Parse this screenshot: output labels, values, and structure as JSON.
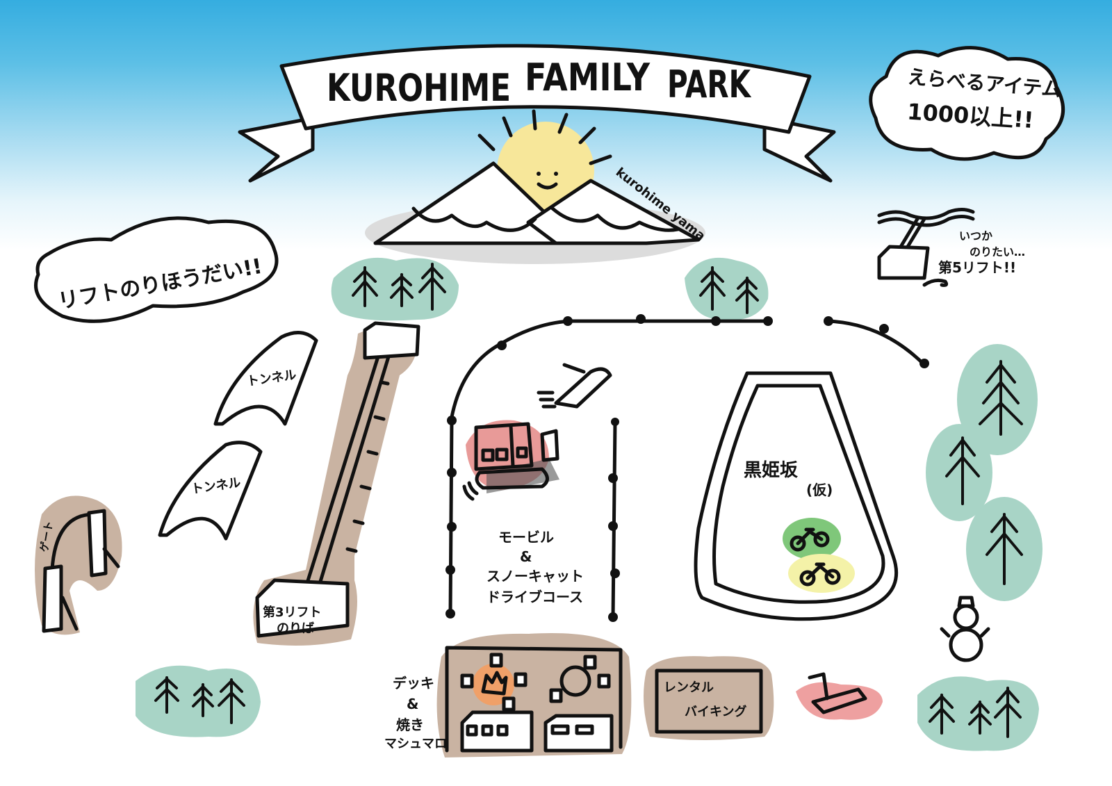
{
  "title": {
    "part1": "KUROHIME",
    "part2": "FAMILY",
    "part3": "PARK"
  },
  "bubbles": {
    "items_line1": "えらべるアイテム",
    "items_line2": "1000以上!!",
    "lift_unlimited": "リフトのりほうだい!!"
  },
  "mountain": {
    "label": "kurohime yama"
  },
  "lift5": {
    "line1": "いつか",
    "line2": "のりたい…",
    "line3": "第5リフト!!"
  },
  "tunnels": [
    "トンネル",
    "トンネル"
  ],
  "gate": {
    "label": "ゲート"
  },
  "lift3": {
    "line1": "第3リフト",
    "line2": "のりば"
  },
  "course": {
    "line1": "モービル",
    "line2": "&",
    "line3": "スノーキャット",
    "line4": "ドライブコース"
  },
  "slope": {
    "line1": "黒姫坂",
    "line2": "(仮)"
  },
  "deck": {
    "line1": "デッキ",
    "line2": "&",
    "line3": "焼き",
    "line4": "マシュマロ"
  },
  "rental": {
    "line1": "レンタル",
    "line2": "バイキング"
  },
  "colors": {
    "sky": "#35ade0",
    "tree_bg": "#a8d4c6",
    "brown_bg": "#c9b3a2",
    "snowcat": "#e89a98",
    "sun": "#f7e79a"
  }
}
